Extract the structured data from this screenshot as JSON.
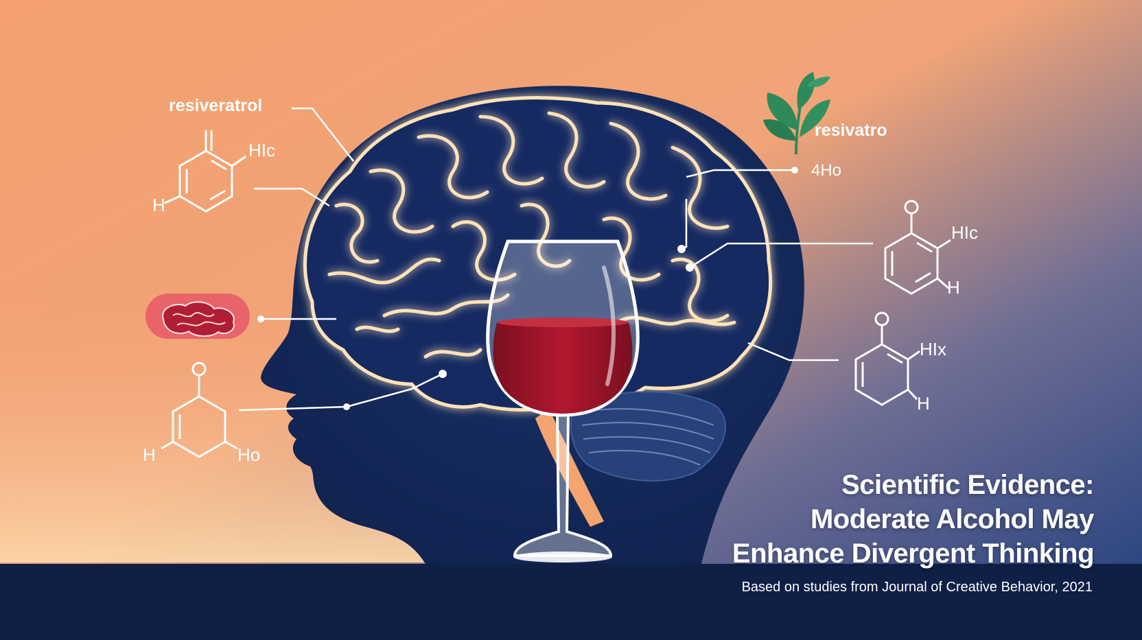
{
  "labels": {
    "left_molecule": "resiveratrol",
    "right_plant": "resivatro",
    "right_small": "4Ho"
  },
  "molecules": {
    "top_left": {
      "atom_right": "HIc",
      "atom_left": "H"
    },
    "bottom_left": {
      "atom_top": "O",
      "atom_left": "H",
      "atom_right": "Ho"
    },
    "right_top": {
      "atom_top": "O",
      "atom_right": "HIc",
      "atom_bottom": "H"
    },
    "right_bottom": {
      "atom_top": "O",
      "atom_right": "HIx",
      "atom_bottom": "H"
    }
  },
  "headline": {
    "line1": "Scientific Evidence:",
    "line2": "Moderate Alcohol May",
    "line3": "Enhance Divergent Thinking"
  },
  "subline": "Based on studies from Journal of Creative Behavior, 2021",
  "icons": [
    "plant-leaf-icon",
    "brain-tissue-icon",
    "wine-glass-icon"
  ],
  "colors": {
    "background_top": "#f3a06e",
    "background_bottom": "#1e3d7d",
    "head_silhouette": "#12285a",
    "brain_glow": "#ffd9a8",
    "wine": "#a3142a",
    "leaf": "#2e8a5a",
    "tissue_badge": "#e8646a",
    "bottom_band": "#0f1f45"
  }
}
